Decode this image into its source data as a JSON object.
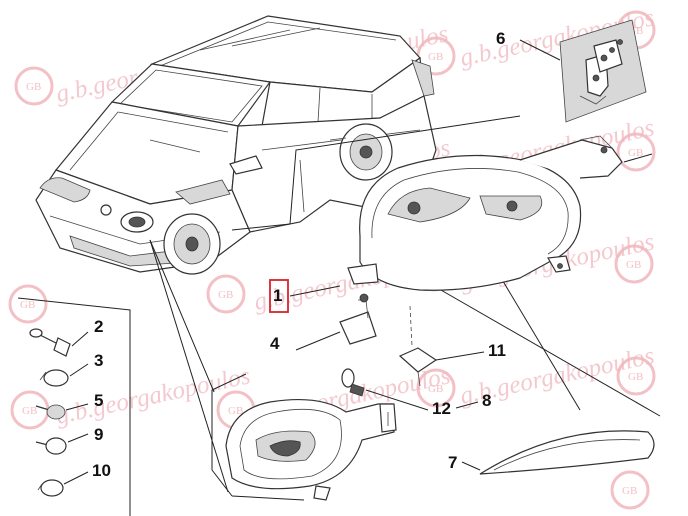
{
  "watermark": {
    "text": "g.b.georgakopoulos",
    "logo_text": "GB",
    "color": "#f0b8bf"
  },
  "callouts": {
    "c1": "1",
    "c2": "2",
    "c3": "3",
    "c4": "4",
    "c5": "5",
    "c6": "6",
    "c7": "7",
    "c8": "8",
    "c9": "9",
    "c10": "10",
    "c11": "11",
    "c12": "12"
  },
  "highlight_color": "#d9232d"
}
